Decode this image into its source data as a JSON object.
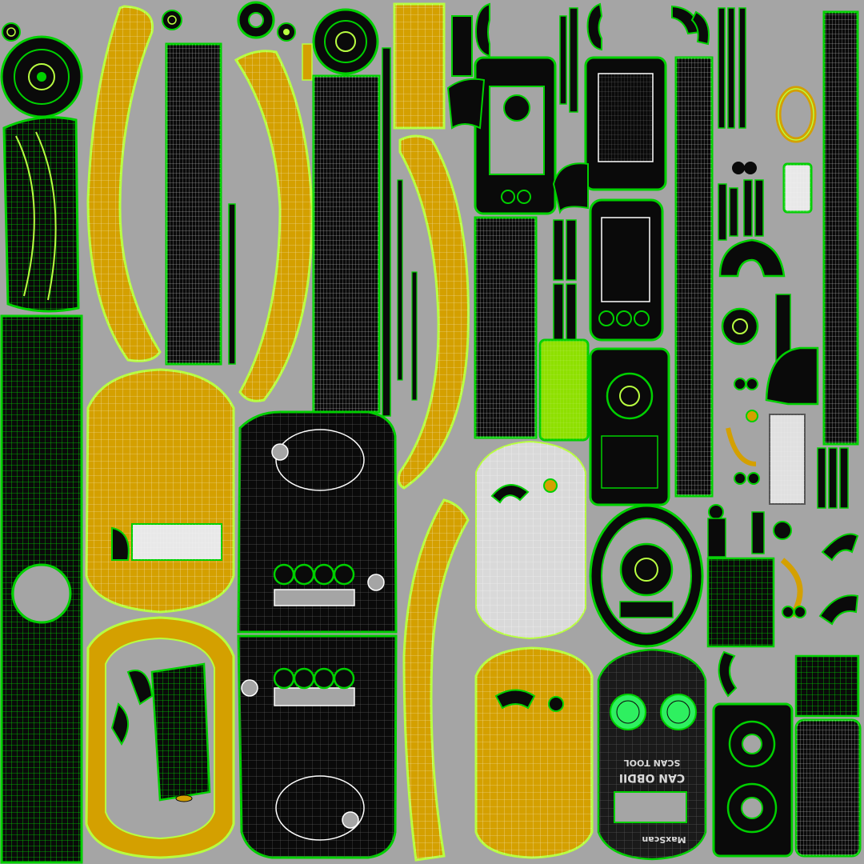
{
  "image_type": "UV texture layout (wireframe islands on grey background)",
  "colors": {
    "background": "#a5a5a5",
    "island_black": "#0a0a0a",
    "island_yellow": "#d4a000",
    "island_white": "#d9d9d9",
    "island_lime": "#8ee000",
    "outline_green": "#00d000",
    "outline_lime": "#b8ff40",
    "wire_white": "#ffffff"
  },
  "labels": {
    "device_line1": "CAN OBDII",
    "device_line2": "SCAN TOOL",
    "brand": "MaxScan"
  }
}
